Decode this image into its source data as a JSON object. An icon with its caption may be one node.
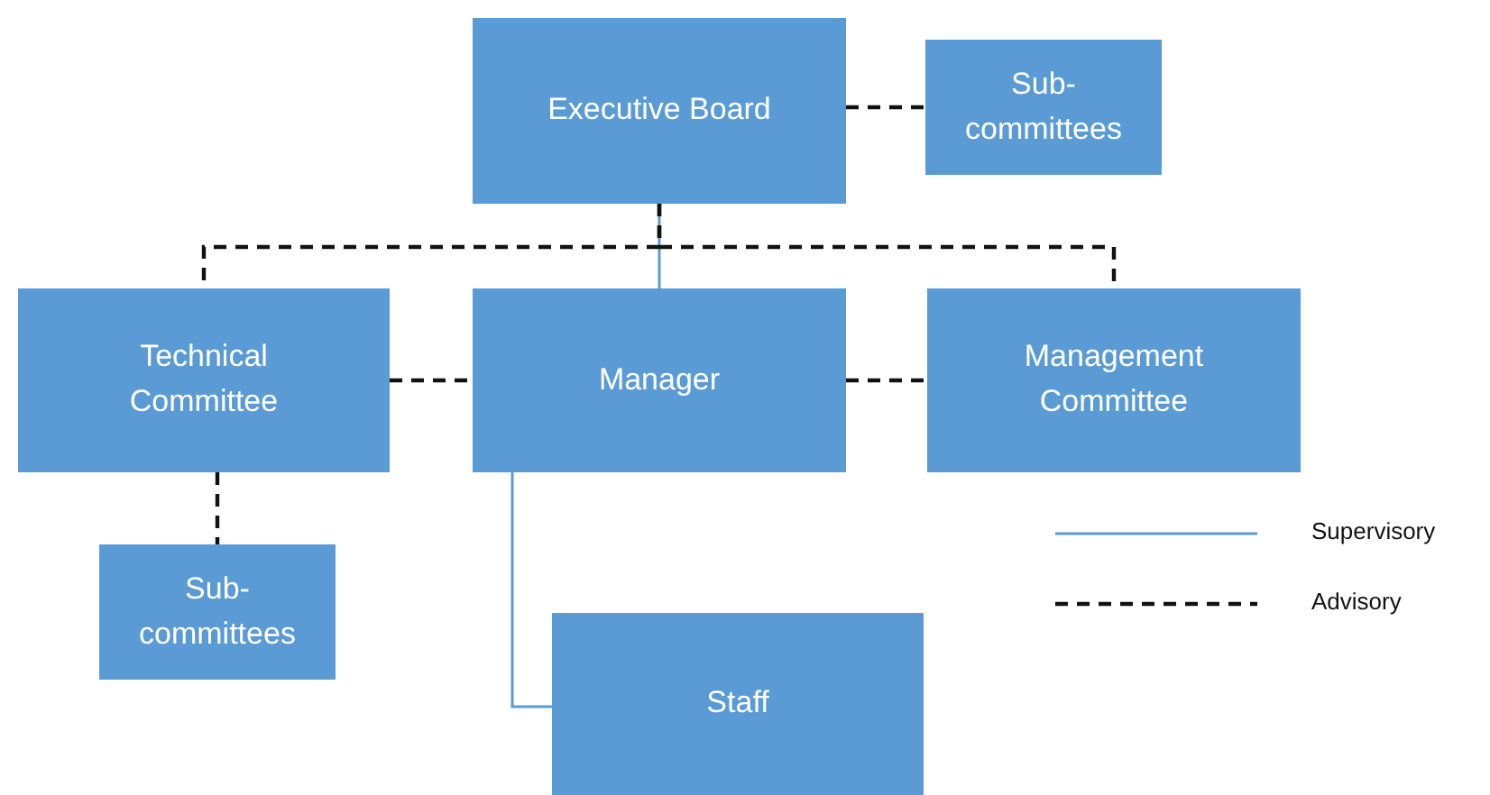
{
  "diagram": {
    "nodes": [
      {
        "text": [
          "Executive Board"
        ]
      },
      {
        "text": [
          "Sub- committees"
        ]
      },
      {
        "text": [
          "Technical Committee"
        ]
      },
      {
        "text": [
          "Manager"
        ]
      },
      {
        "text": [
          "Management Committee"
        ]
      },
      {
        "text": [
          "Sub- committees"
        ]
      },
      {
        "text": [
          "Staff"
        ]
      }
    ],
    "edges": [
      {
        "from": 0,
        "to": 1,
        "arrow": "none",
        "style": "dashed"
      },
      {
        "from": 0,
        "to": 3,
        "arrow": "none",
        "color": "#5b9bd5"
      },
      {
        "from": 0,
        "to": 2,
        "arrow": "none",
        "style": "dashed"
      },
      {
        "from": 0,
        "to": 4,
        "arrow": "none",
        "style": "dashed"
      },
      {
        "from": 2,
        "to": 3,
        "arrow": "none",
        "style": "dashed"
      },
      {
        "from": 3,
        "to": 4,
        "arrow": "none",
        "style": "dashed"
      },
      {
        "from": 2,
        "to": 5,
        "arrow": "none",
        "style": "dashed"
      },
      {
        "from": 3,
        "to": 6,
        "arrow": "none",
        "color": "#5b9bd5"
      }
    ],
    "legend": [
      {
        "text": "Supervisory"
      },
      {
        "text": "Advisory"
      }
    ]
  }
}
